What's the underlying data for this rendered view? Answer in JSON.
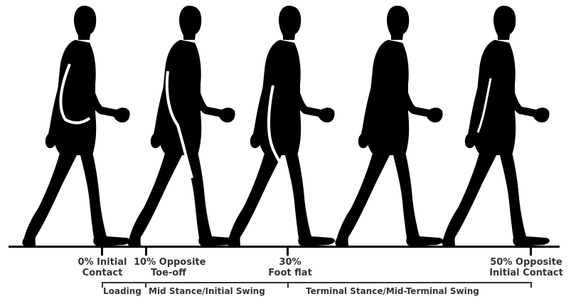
{
  "events": {
    "e0": {
      "line1": "0% Initial",
      "line2": "Contact"
    },
    "e10": {
      "line1": "10% Opposite",
      "line2": "Toe-off"
    },
    "e30": {
      "line1": "30%",
      "line2": "Foot flat"
    },
    "e50": {
      "line1": "50% Opposite",
      "line2": "Initial Contact"
    }
  },
  "phases": {
    "loading": "Loading",
    "mid": "Mid Stance/Initial Swing",
    "terminal": "Terminal Stance/Mid-Terminal Swing"
  },
  "colors": {
    "silhouette": "#000000",
    "label": "#333333",
    "highlight": "#ffffff"
  }
}
